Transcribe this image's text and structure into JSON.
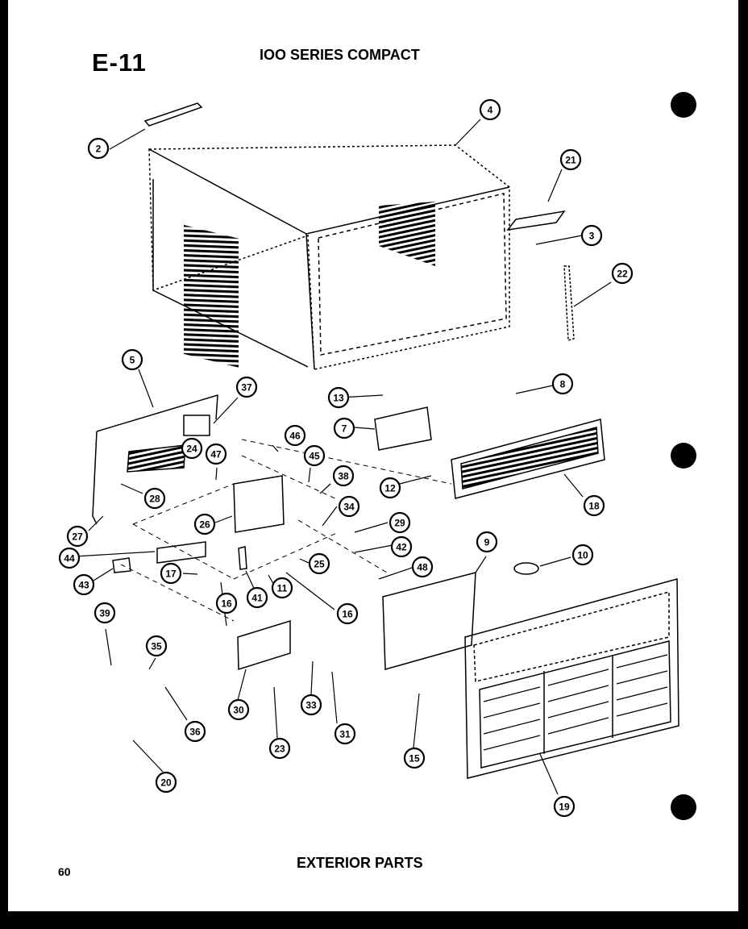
{
  "header": {
    "page_code": "E-11",
    "series_title": "IOO SERIES COMPACT"
  },
  "footer": {
    "section_title": "EXTERIOR PARTS",
    "page_number": "60"
  },
  "callouts": [
    "2",
    "4",
    "21",
    "3",
    "22",
    "5",
    "37",
    "13",
    "8",
    "7",
    "24",
    "46",
    "47",
    "45",
    "38",
    "12",
    "18",
    "28",
    "26",
    "34",
    "29",
    "27",
    "44",
    "42",
    "48",
    "9",
    "10",
    "25",
    "43",
    "17",
    "16",
    "41",
    "11",
    "16",
    "39",
    "35",
    "30",
    "33",
    "31",
    "23",
    "36",
    "15",
    "20",
    "19"
  ]
}
